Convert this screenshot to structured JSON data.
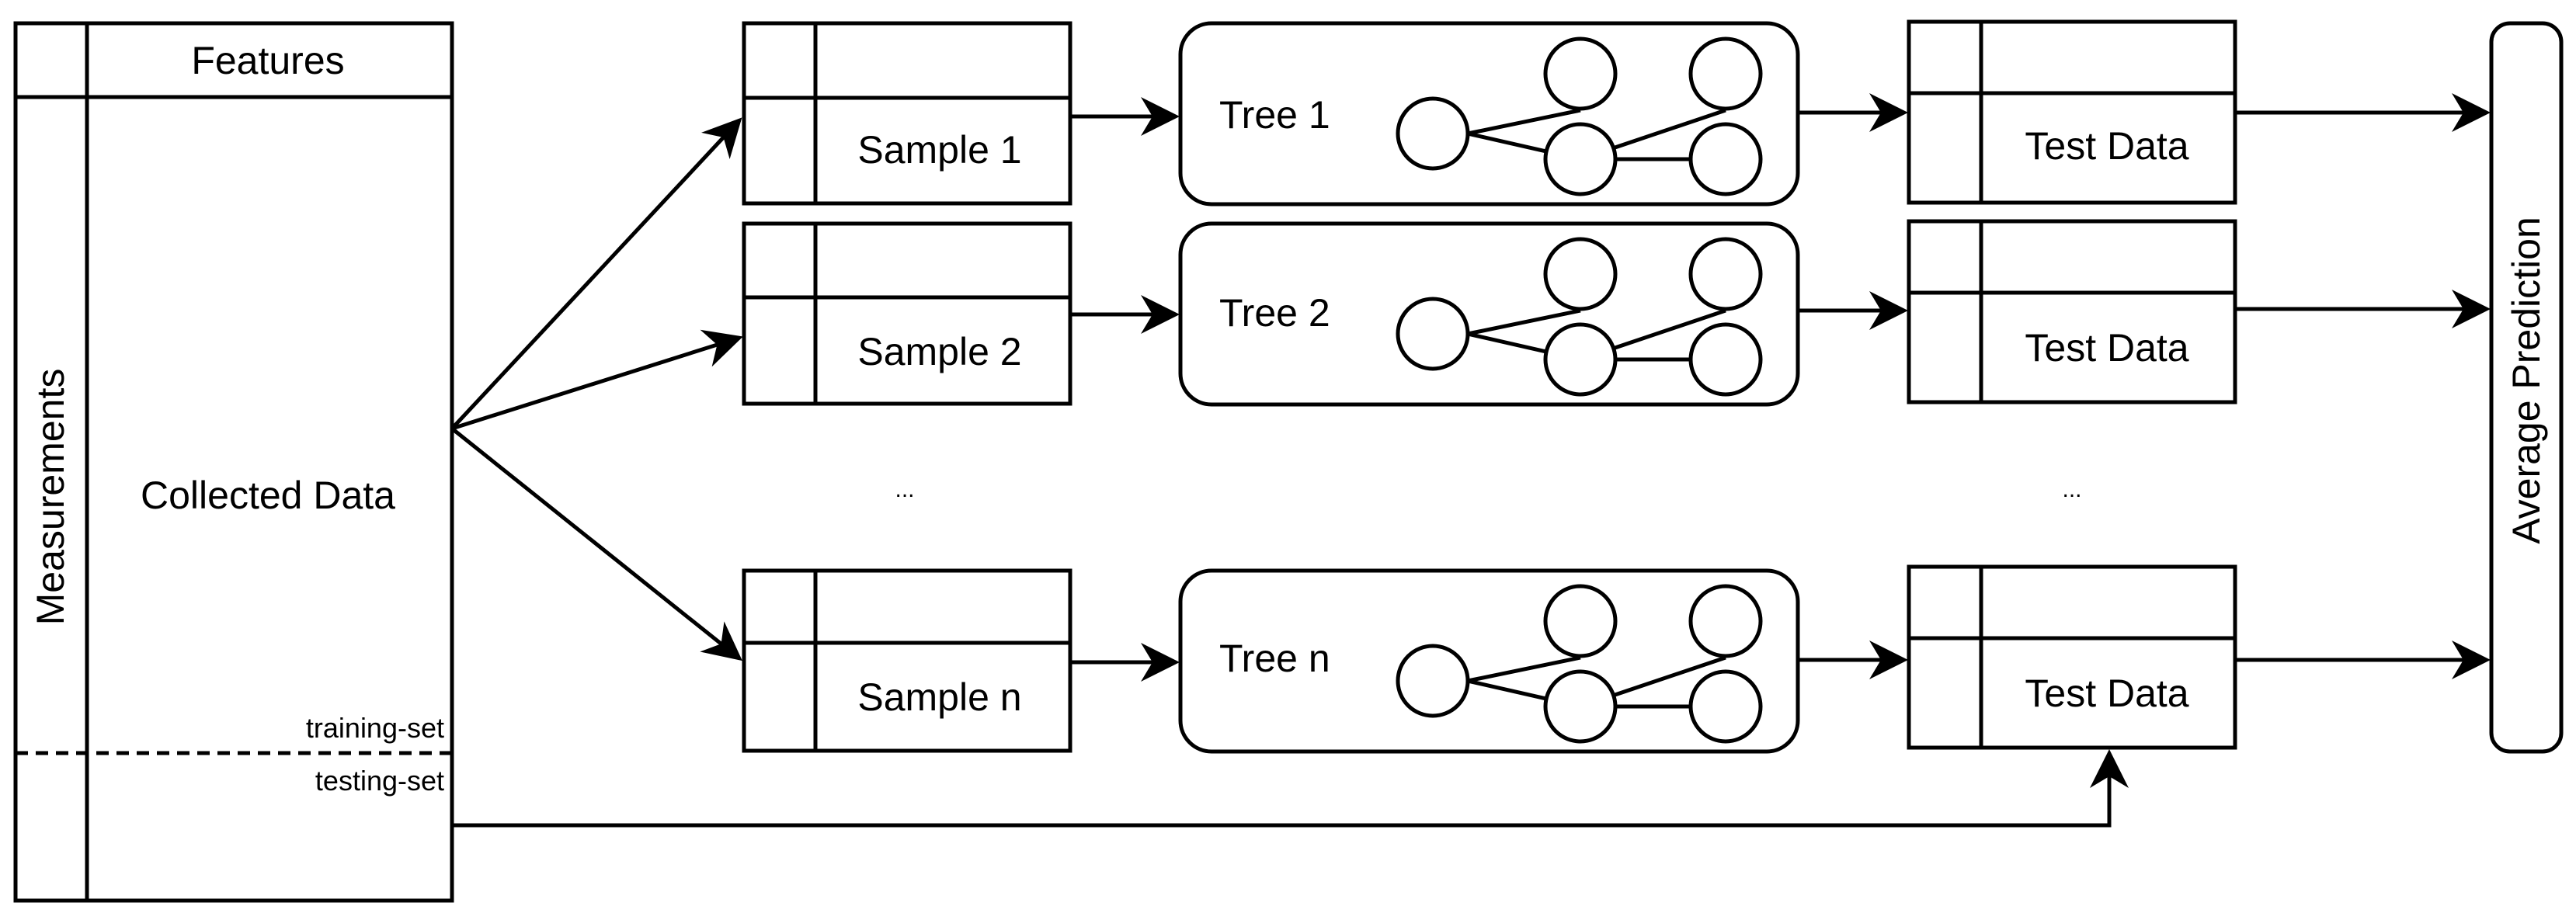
{
  "colors": {
    "stroke": "#000000",
    "background": "#ffffff"
  },
  "collected_data": {
    "header": "Features",
    "side_label": "Measurements",
    "body_label": "Collected Data",
    "training_label": "training-set",
    "testing_label": "testing-set"
  },
  "rows": [
    {
      "sample_label": "Sample 1",
      "tree_label": "Tree 1",
      "test_label": "Test Data"
    },
    {
      "sample_label": "Sample 2",
      "tree_label": "Tree 2",
      "test_label": "Test Data"
    },
    {
      "sample_label": "Sample n",
      "tree_label": "Tree n",
      "test_label": "Test Data"
    }
  ],
  "ellipsis": {
    "samples": "...",
    "tests": "..."
  },
  "output": {
    "label": "Average Prediction"
  }
}
